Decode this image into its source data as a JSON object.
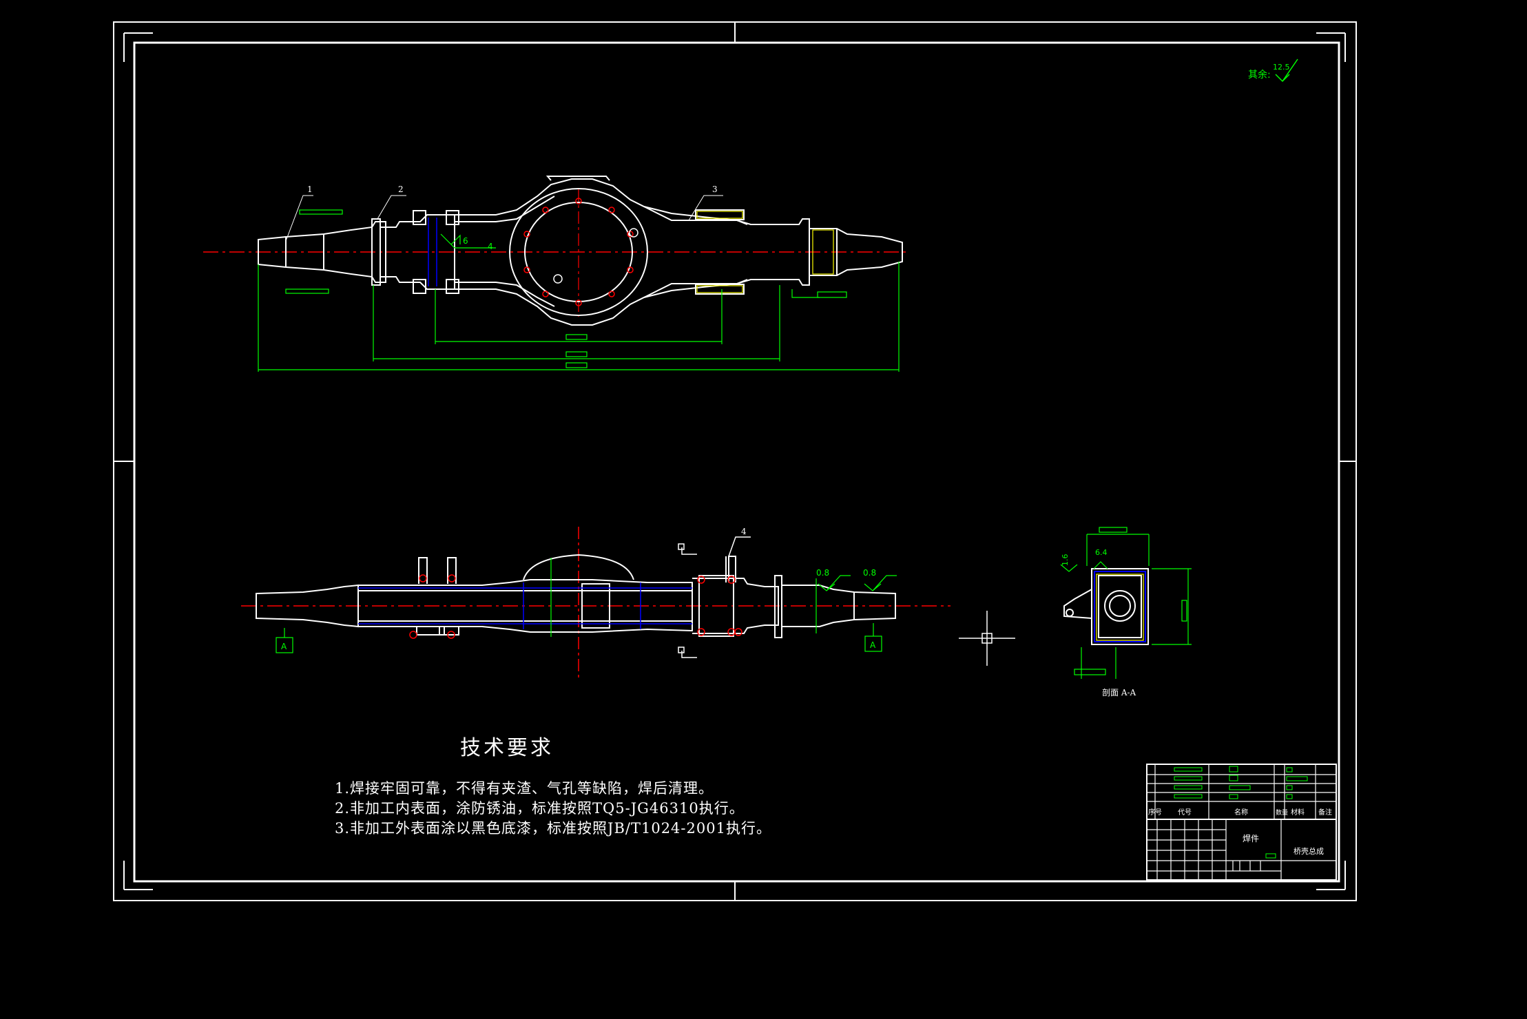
{
  "surface_finish": {
    "label": "其余:",
    "value": "12.5"
  },
  "balloons": {
    "b1": "1",
    "b2": "2",
    "b3": "3",
    "b4": "4",
    "b4_top": "4"
  },
  "weld_symbols": {
    "w1": "6",
    "w2": "4"
  },
  "roughness": {
    "r1": "0.8",
    "r2": "0.8",
    "r3": "1.6",
    "r4": "6.4"
  },
  "section_marks": {
    "left": "A",
    "right": "A"
  },
  "section_label": "剖面 A-A",
  "tech_requirements": {
    "title": "技术要求",
    "items": [
      "1.焊接牢固可靠，不得有夹渣、气孔等缺陷，焊后清理。",
      "2.非加工内表面，涂防锈油，标准按照TQ5-JG46310执行。",
      "3.非加工外表面涂以黑色底漆，标准按照JB/T1024-2001执行。"
    ]
  },
  "title_block": {
    "headers": [
      "序号",
      "代号",
      "名称",
      "数量",
      "材料",
      "备注"
    ],
    "part_type": "焊件",
    "drawing_name": "桥壳总成"
  },
  "colors": {
    "outline": "#ffffff",
    "dimension": "#00ff00",
    "centerline": "#ff0000",
    "section": "#0000ff",
    "hatch": "#ffff00"
  }
}
